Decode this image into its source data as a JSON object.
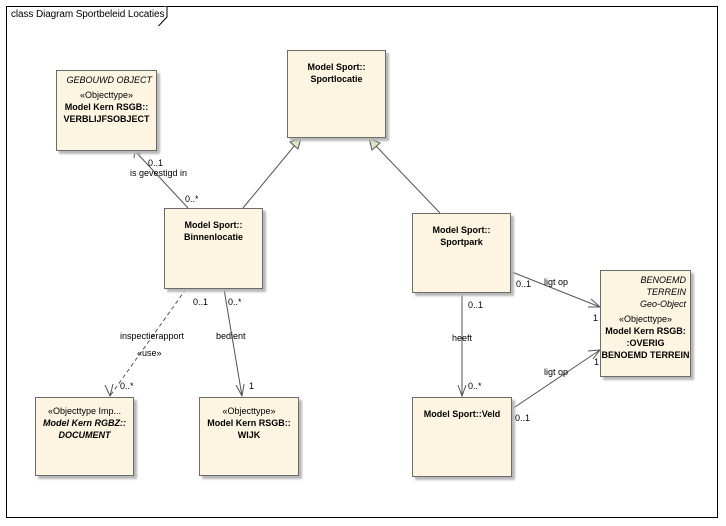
{
  "diagram": {
    "frame_title": "class Diagram Sportbeleid Locaties"
  },
  "nodes": {
    "verblijfsobject": {
      "tag": "GEBOUWD OBJECT",
      "stereotype": "«Objecttype»",
      "name_1": "Model Kern RSGB::",
      "name_2": "VERBLIJFSOBJECT"
    },
    "sportlocatie": {
      "name_1": "Model Sport::",
      "name_2": "Sportlocatie"
    },
    "binnenlocatie": {
      "name_1": "Model Sport::",
      "name_2": "Binnenlocatie"
    },
    "sportpark": {
      "name_1": "Model Sport::",
      "name_2": "Sportpark"
    },
    "overig": {
      "tag_1": "BENOEMD TERREIN",
      "tag_2": "Geo-Object",
      "stereotype": "«Objecttype»",
      "name_1": "Model Kern RSGB:",
      "name_2": ":OVERIG",
      "name_3": "BENOEMD TERREIN"
    },
    "document": {
      "stereotype": "«Objecttype Imp...",
      "name_1": "Model Kern RGBZ::",
      "name_2": "DOCUMENT"
    },
    "wijk": {
      "stereotype": "«Objecttype»",
      "name_1": "Model Kern RSGB::",
      "name_2": "WIJK"
    },
    "veld": {
      "name_1": "Model Sport::Veld"
    }
  },
  "edges": {
    "gevestigd": {
      "label": "is gevestigd in",
      "src_mult": "0..*",
      "dst_mult": "0..1"
    },
    "inspectie": {
      "label": "inspectierapport",
      "stereotype": "«use»",
      "src_mult": "0..1",
      "dst_mult": "0..*"
    },
    "bedient": {
      "label": "bedient",
      "src_mult": "0..*",
      "dst_mult": "1"
    },
    "ligt_op_park": {
      "label": "ligt op",
      "src_mult": "0..1",
      "dst_mult": "1"
    },
    "heeft": {
      "label": "heeft",
      "src_mult": "0..1",
      "dst_mult": "0..*"
    },
    "ligt_op_veld": {
      "label": "ligt op",
      "src_mult": "0..1",
      "dst_mult": "1"
    }
  }
}
